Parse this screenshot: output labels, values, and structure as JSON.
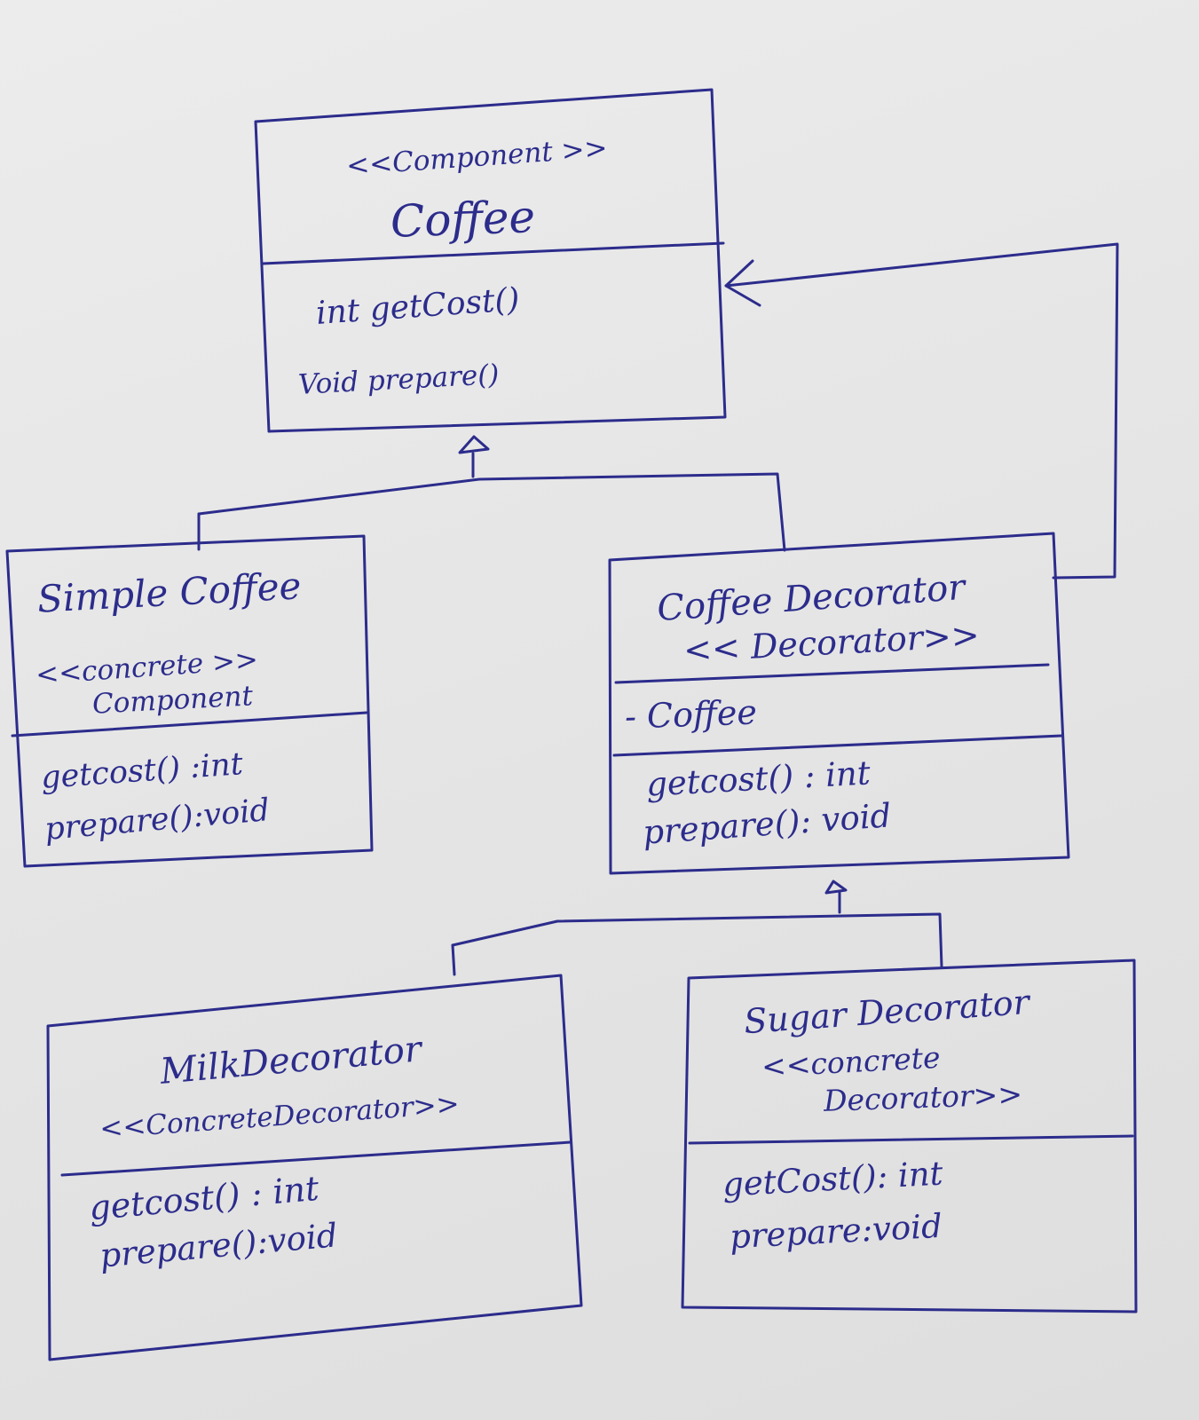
{
  "colors": {
    "ink": "#2c2c8c",
    "paper": "#e8e8e8"
  },
  "classes": {
    "coffee": {
      "stereotype": "<<Component >>",
      "name": "Coffee",
      "methods": [
        "int getCost()",
        "Void prepare()"
      ]
    },
    "simple_coffee": {
      "name": "Simple Coffee",
      "stereotype_line1": "<<concrete >>",
      "stereotype_line2": "Component",
      "methods": [
        "getcost() :int",
        "prepare():void"
      ]
    },
    "coffee_decorator": {
      "name": "Coffee Decorator",
      "stereotype": "<< Decorator>>",
      "attributes": [
        "- Coffee"
      ],
      "methods": [
        "getcost() : int",
        "prepare(): void"
      ]
    },
    "milk_decorator": {
      "name": "MilkDecorator",
      "stereotype": "<<ConcreteDecorator>>",
      "methods": [
        "getcost() : int",
        "prepare():void"
      ]
    },
    "sugar_decorator": {
      "name": "Sugar Decorator",
      "stereotype_line1": "<<concrete",
      "stereotype_line2": "Decorator>>",
      "methods": [
        "getCost(): int",
        "prepare:void"
      ]
    }
  }
}
